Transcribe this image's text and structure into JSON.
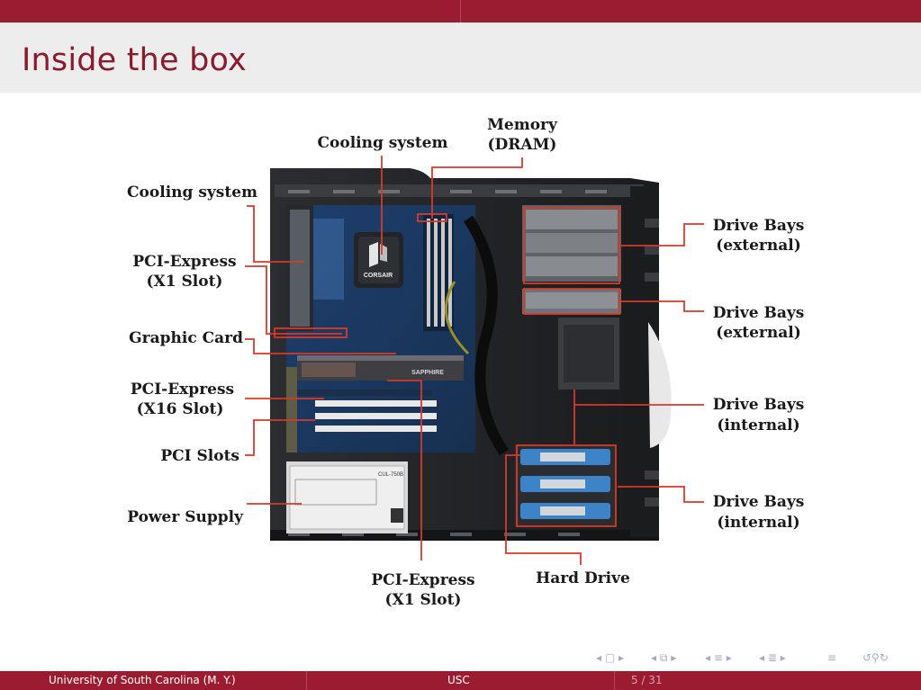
{
  "slide": {
    "title": "Inside the box"
  },
  "figure": {
    "labels": {
      "cooling_top": "Cooling system",
      "memory_1": "Memory",
      "memory_2": "(DRAM)",
      "cooling_left": "Cooling system",
      "pcie_x1_1": "PCI-Express",
      "pcie_x1_2": "(X1 Slot)",
      "graphic_card": "Graphic Card",
      "pcie_x16_1": "PCI-Express",
      "pcie_x16_2": "(X16 Slot)",
      "pci_slots": "PCI Slots",
      "power_supply": "Power Supply",
      "pcie_bottom_1": "PCI-Express",
      "pcie_bottom_2": "(X1 Slot)",
      "hard_drive": "Hard Drive",
      "bays_ext_1a": "Drive Bays",
      "bays_ext_1b": "(external)",
      "bays_ext_2a": "Drive Bays",
      "bays_ext_2b": "(external)",
      "bays_int_1a": "Drive Bays",
      "bays_int_1b": "(internal)",
      "bays_int_2a": "Drive Bays",
      "bays_int_2b": "(internal)"
    },
    "photo_text": {
      "cooler_brand": "CORSAIR",
      "gpu_brand": "SAPPHIRE",
      "psu_model": "CUL-750B"
    },
    "leader_color": "#d63a2a"
  },
  "nav": {
    "icons": [
      "nav-first-icon",
      "nav-frame-icon",
      "nav-section-icon",
      "nav-subsection-icon",
      "nav-align-icon",
      "nav-search-icon"
    ]
  },
  "footer": {
    "author": "University of South Carolina  (M. Y.)",
    "short_title": "USC",
    "page": "5 / 31"
  },
  "colors": {
    "brand": "#9b1b31",
    "title_text": "#8b1a2c",
    "title_bg": "#ededed"
  }
}
